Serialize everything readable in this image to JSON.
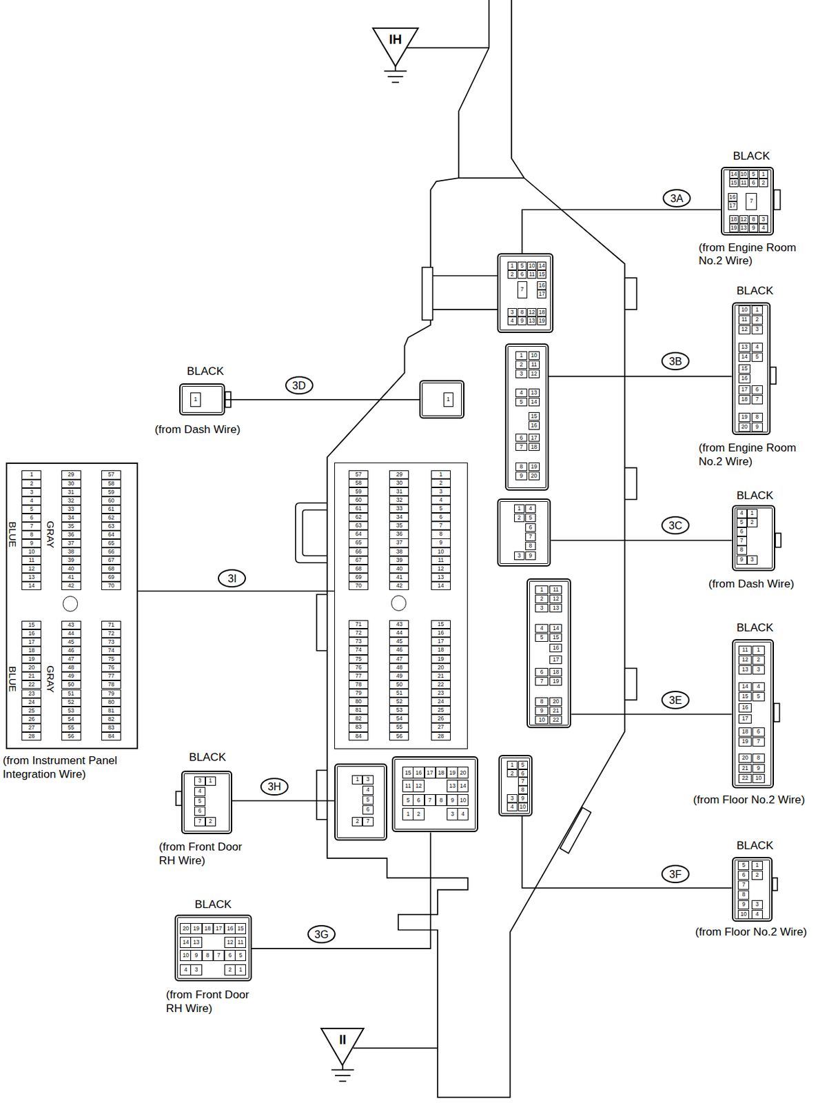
{
  "diagram": {
    "nodes": [
      {
        "text": [
          "IH"
        ]
      },
      {
        "text": [
          "3A"
        ]
      },
      {
        "text": [
          "BLACK",
          "14",
          "10",
          "5",
          "1",
          "15",
          "11",
          "6",
          "2",
          "16",
          "17",
          "7",
          "18",
          "12",
          "8",
          "3",
          "19",
          "13",
          "9",
          "4"
        ]
      },
      {
        "text": [
          "1",
          "5",
          "10",
          "14",
          "2",
          "6",
          "11",
          "15",
          "7",
          "16",
          "17",
          "3",
          "8",
          "12",
          "18",
          "4",
          "9",
          "13",
          "19"
        ]
      },
      {
        "text": [
          "BLACK",
          "1"
        ]
      },
      {
        "text": [
          "3D"
        ]
      },
      {
        "text": [
          "1"
        ]
      },
      {
        "text": [
          "1",
          "10",
          "2",
          "11",
          "3",
          "12",
          "4",
          "13",
          "5",
          "14",
          "15",
          "16",
          "6",
          "17",
          "7",
          "18",
          "8",
          "19",
          "9",
          "20"
        ]
      },
      {
        "text": [
          "3B"
        ]
      },
      {
        "text": [
          "BLACK",
          "10",
          "1",
          "11",
          "2",
          "12",
          "3",
          "13",
          "4",
          "14",
          "5",
          "15",
          "16",
          "17",
          "6",
          "18",
          "7",
          "19",
          "8",
          "20",
          "9"
        ]
      },
      {
        "text": [
          "1",
          "4",
          "2",
          "5",
          "6",
          "7",
          "8",
          "3",
          "9"
        ]
      },
      {
        "text": [
          "3C"
        ]
      },
      {
        "text": [
          "BLACK",
          "4",
          "1",
          "5",
          "2",
          "6",
          "7",
          "8",
          "9",
          "3"
        ]
      },
      {
        "text": [
          "BLUE",
          "GRAY",
          "1",
          "29",
          "57",
          "2",
          "30",
          "58",
          "3",
          "31",
          "59",
          "4",
          "32",
          "60",
          "5",
          "33",
          "61",
          "6",
          "34",
          "62",
          "7",
          "35",
          "63",
          "8",
          "36",
          "64",
          "9",
          "37",
          "65",
          "10",
          "38",
          "66",
          "11",
          "39",
          "67",
          "12",
          "40",
          "68",
          "13",
          "41",
          "69",
          "14",
          "42",
          "70",
          "BLUE",
          "GRAY",
          "15",
          "43",
          "71",
          "16",
          "44",
          "72",
          "17",
          "45",
          "73",
          "18",
          "46",
          "74",
          "19",
          "47",
          "75",
          "20",
          "48",
          "76",
          "21",
          "49",
          "77",
          "22",
          "50",
          "78",
          "23",
          "51",
          "79",
          "24",
          "52",
          "80",
          "25",
          "53",
          "81",
          "26",
          "54",
          "82",
          "27",
          "55",
          "83",
          "28",
          "56",
          "84"
        ]
      },
      {
        "text": [
          "3I"
        ]
      },
      {
        "text": [
          "57",
          "29",
          "1",
          "58",
          "30",
          "2",
          "59",
          "31",
          "3",
          "60",
          "32",
          "4",
          "61",
          "33",
          "5",
          "62",
          "34",
          "6",
          "63",
          "35",
          "7",
          "64",
          "36",
          "8",
          "65",
          "37",
          "9",
          "66",
          "38",
          "10",
          "67",
          "39",
          "11",
          "68",
          "40",
          "12",
          "69",
          "41",
          "13",
          "70",
          "42",
          "14",
          "71",
          "43",
          "15",
          "72",
          "44",
          "16",
          "73",
          "45",
          "17",
          "74",
          "46",
          "18",
          "75",
          "47",
          "19",
          "76",
          "48",
          "20",
          "77",
          "49",
          "21",
          "78",
          "50",
          "22",
          "79",
          "51",
          "23",
          "80",
          "52",
          "24",
          "81",
          "53",
          "25",
          "82",
          "54",
          "26",
          "83",
          "55",
          "27",
          "84",
          "56",
          "28"
        ]
      },
      {
        "text": [
          "1",
          "11",
          "2",
          "12",
          "3",
          "13",
          "4",
          "14",
          "5",
          "15",
          "16",
          "17",
          "6",
          "18",
          "7",
          "19",
          "8",
          "20",
          "9",
          "21",
          "10",
          "22"
        ]
      },
      {
        "text": [
          "3E"
        ]
      },
      {
        "text": [
          "BLACK",
          "11",
          "1",
          "12",
          "2",
          "13",
          "3",
          "14",
          "4",
          "15",
          "5",
          "16",
          "17",
          "18",
          "6",
          "19",
          "7",
          "20",
          "8",
          "21",
          "9",
          "22",
          "10"
        ]
      },
      {
        "text": [
          "BLACK",
          "3",
          "1",
          "4",
          "5",
          "6",
          "7",
          "2"
        ]
      },
      {
        "text": [
          "3H"
        ]
      },
      {
        "text": [
          "1",
          "3",
          "4",
          "5",
          "6",
          "2",
          "7"
        ]
      },
      {
        "text": [
          "15",
          "16",
          "17",
          "18",
          "19",
          "20",
          "11",
          "12",
          "13",
          "14",
          "5",
          "6",
          "7",
          "8",
          "9",
          "10",
          "1",
          "2",
          "3",
          "4"
        ]
      },
      {
        "text": [
          "1",
          "5",
          "2",
          "6",
          "7",
          "8",
          "3",
          "9",
          "4",
          "10"
        ]
      },
      {
        "text": [
          "3F"
        ]
      },
      {
        "text": [
          "BLACK",
          "5",
          "1",
          "6",
          "2",
          "7",
          "8",
          "9",
          "3",
          "10",
          "4"
        ]
      },
      {
        "text": [
          "BLACK",
          "20",
          "19",
          "18",
          "17",
          "16",
          "15",
          "14",
          "13",
          "12",
          "11",
          "10",
          "9",
          "8",
          "7",
          "6",
          "5",
          "4",
          "3",
          "2",
          "1"
        ]
      },
      {
        "text": [
          "3G"
        ]
      },
      {
        "text": [
          "II"
        ]
      }
    ],
    "edges": [
      {
        "from": 3,
        "to": 2,
        "arrow": "none"
      },
      {
        "from": 6,
        "to": 4,
        "arrow": "none"
      },
      {
        "from": 7,
        "to": 9,
        "arrow": "none"
      },
      {
        "from": 10,
        "to": 12,
        "arrow": "none"
      },
      {
        "from": 15,
        "to": 13,
        "arrow": "none"
      },
      {
        "from": 16,
        "to": 18,
        "arrow": "none"
      },
      {
        "from": 21,
        "to": 19,
        "arrow": "none"
      },
      {
        "from": 22,
        "to": 26,
        "arrow": "none"
      },
      {
        "from": 23,
        "to": 25,
        "arrow": "none"
      }
    ],
    "labels": [
      "(from Engine Room No.2 Wire)",
      "(from Dash Wire)",
      "(from Engine Room No.2 Wire)",
      "(from Dash Wire)",
      "(from Instrument Panel Integration Wire)",
      "(from Floor No.2 Wire)",
      "(from Front Door RH Wire)",
      "(from Floor No.2 Wire)",
      "(from Front Door RH Wire)"
    ]
  }
}
